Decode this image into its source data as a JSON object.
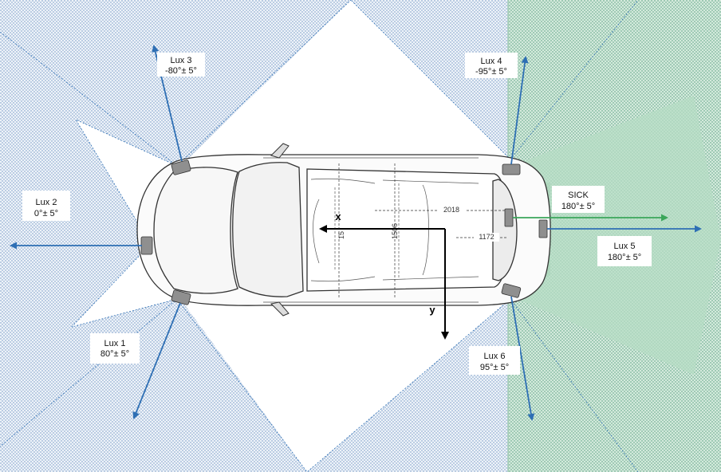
{
  "sensors": [
    {
      "id": "lux1",
      "name": "Lux 1",
      "angle": "80°± 5°"
    },
    {
      "id": "lux2",
      "name": "Lux 2",
      "angle": "0°± 5°"
    },
    {
      "id": "lux3",
      "name": "Lux 3",
      "angle": "-80°± 5°"
    },
    {
      "id": "lux4",
      "name": "Lux 4",
      "angle": "-95°± 5°"
    },
    {
      "id": "lux5",
      "name": "Lux 5",
      "angle": "180°± 5°"
    },
    {
      "id": "lux6",
      "name": "Lux 6",
      "angle": "95°± 5°"
    },
    {
      "id": "sick",
      "name": "SICK",
      "angle": "180°± 5°"
    }
  ],
  "axes": {
    "x": "x",
    "y": "y"
  },
  "dimensions": {
    "length_a": "2018",
    "length_b": "1172",
    "width_a": "15",
    "width_b": "1506"
  },
  "colors": {
    "blue_arrow": "#2e6fb4",
    "green_arrow": "#3aa65a",
    "green_zone": "#cfe8d8",
    "dot_blue": "#5b86b8",
    "car_outline": "#333333"
  }
}
